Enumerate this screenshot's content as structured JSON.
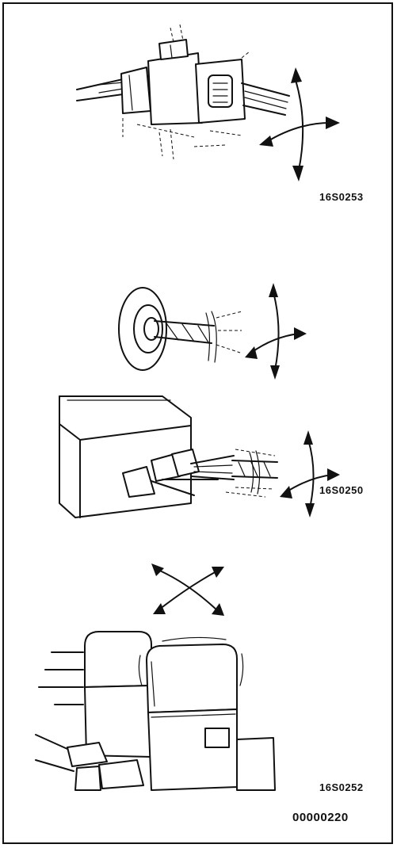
{
  "figures": [
    {
      "name": "connector-wiggle",
      "code": "16S0253"
    },
    {
      "name": "grommet-and-ecu-connector-wiggle",
      "code": "16S0250"
    },
    {
      "name": "relay-wiggle",
      "code": "16S0252"
    }
  ],
  "page_code": "00000220",
  "icons": [
    "bidirectional-cross-arrow-icon"
  ]
}
